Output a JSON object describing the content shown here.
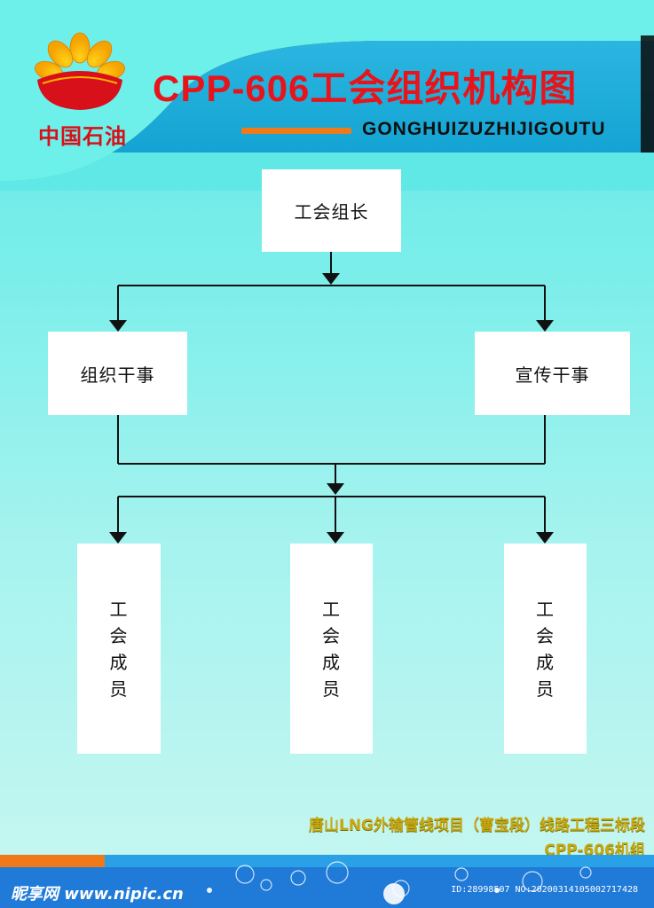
{
  "header": {
    "brand_text": "中国石油",
    "title": "CPP-606工会组织机构图",
    "subtitle": "GONGHUIZUZHIJIGOUTU"
  },
  "org": {
    "leader": "工会组长",
    "officer_left": "组织干事",
    "officer_right": "宣传干事",
    "members": [
      {
        "chars": [
          "工",
          "会",
          "成",
          "员"
        ]
      },
      {
        "chars": [
          "工",
          "会",
          "成",
          "员"
        ]
      },
      {
        "chars": [
          "工",
          "会",
          "成",
          "员"
        ]
      }
    ]
  },
  "footer": {
    "project": "唐山LNG外输管线项目（曹宝段）线路工程三标段",
    "unit": "CPP-606机组"
  },
  "watermark": {
    "site": "昵享网 www.nipic.cn",
    "id": "ID:28998507 NO:20200314105002717428"
  },
  "colors": {
    "title_red": "#e8141c",
    "accent_orange": "#f07a1a",
    "header_blue": "#1aa7d8",
    "footer_gold": "#c8a812"
  }
}
